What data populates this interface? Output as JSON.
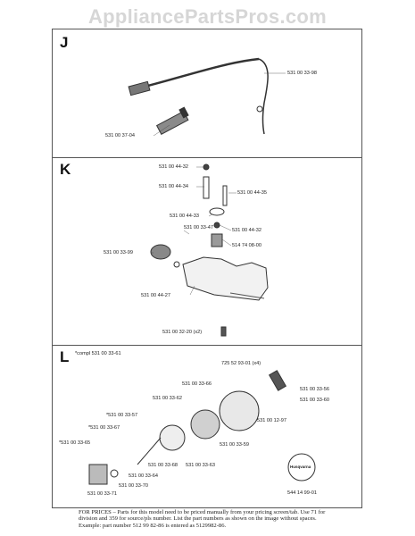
{
  "watermark": "AppliancePartsPros.com",
  "sections": {
    "j": {
      "letter": "J",
      "parts": [
        "531 00 33-98",
        "531 00 37-04"
      ]
    },
    "k": {
      "letter": "K",
      "parts": [
        "531 00 44-32",
        "531 00 44-34",
        "531 00 44-35",
        "531 00 44-33",
        "531 00 44-32",
        "531 00 33-47",
        "514 74 08-00",
        "531 00 33-99",
        "531 00 44-27",
        "531 00 32-20 (x2)"
      ]
    },
    "l": {
      "letter": "L",
      "compl": "*compl 531 00 33-61",
      "parts": [
        "725 52 93-01 (x4)",
        "531 00 33-56",
        "531 00 33-66",
        "531 00 33-62",
        "531 00 33-60",
        "*531 00 33-57",
        "531 00 12-97",
        "*531 00 33-67",
        "*531 00 33-65",
        "531 00 33-59",
        "531 00 33-68",
        "531 00 33-64",
        "531 00 33-63",
        "531 00 33-70",
        "531 00 33-71",
        "544 14 99-01"
      ],
      "badge": "Husqvarna"
    }
  },
  "footer": {
    "line1": "FOR PRICES – Parts for this model need to be priced manually from your pricing screen/tab. Use 71 for",
    "line2": "division and 359 for source/pls number. List the part numbers as shown on the image without spaces.",
    "line3": "Example: part number 512 99 82-86 is entered as 5129982-86."
  }
}
